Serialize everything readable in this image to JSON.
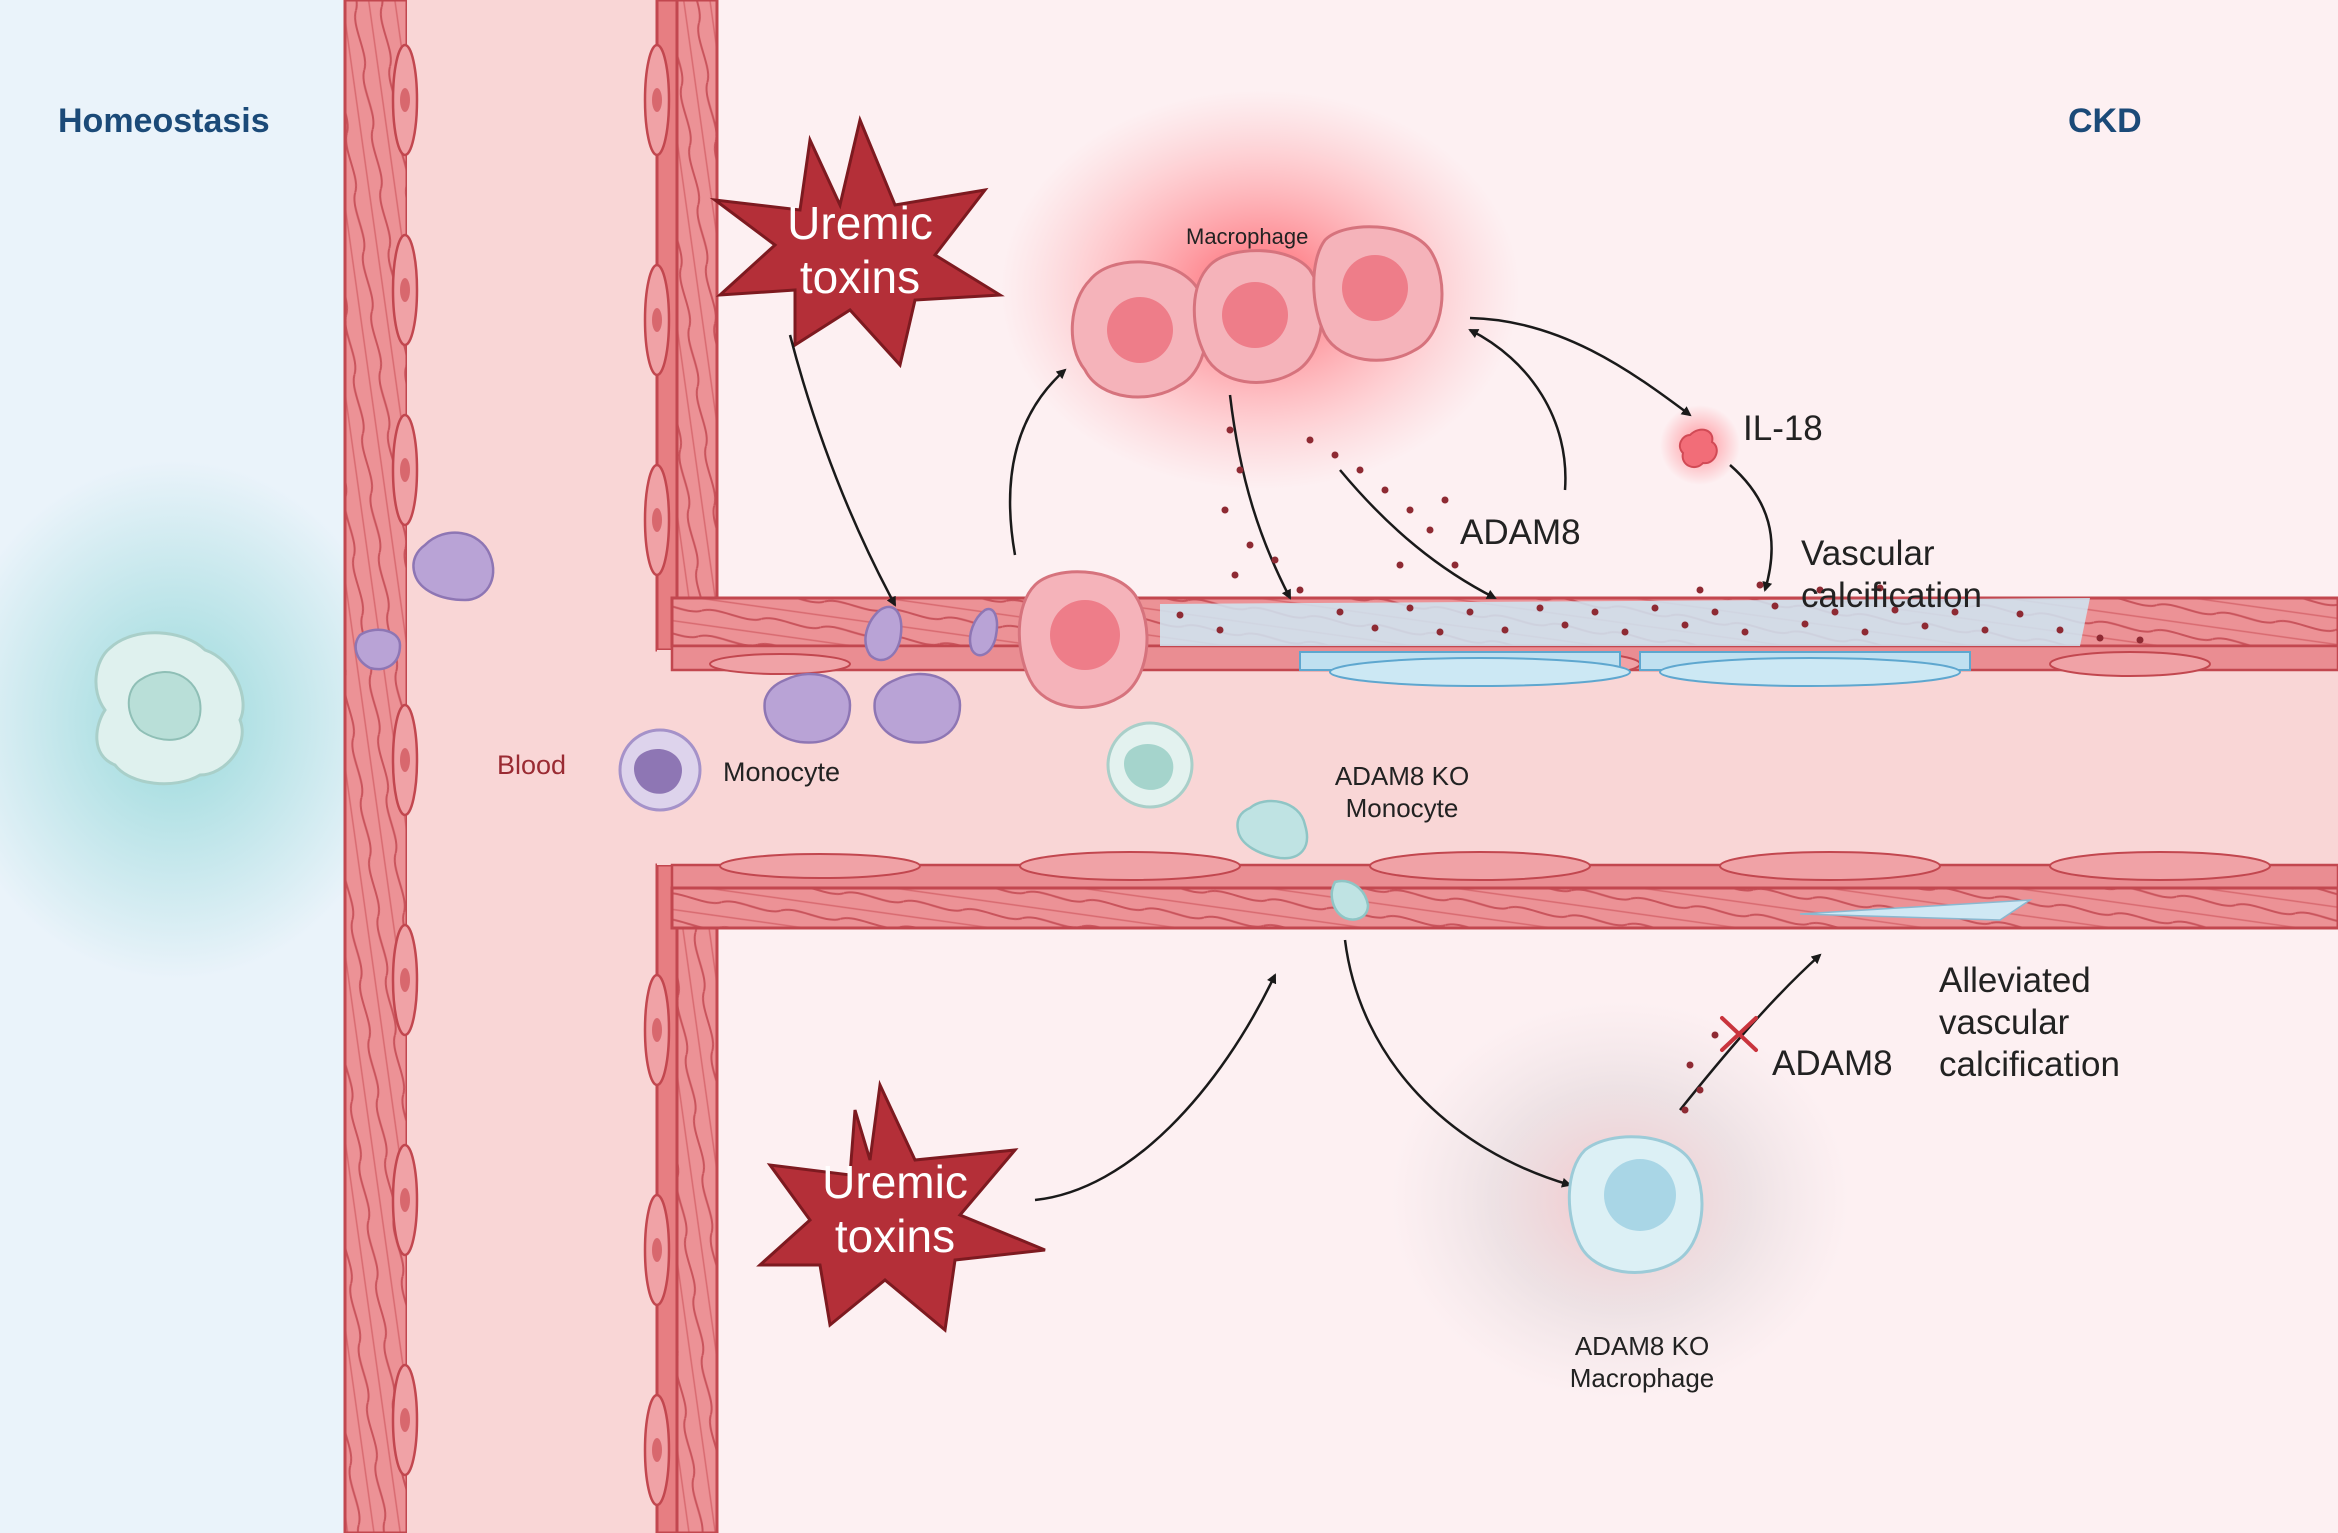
{
  "panels": {
    "left_title": "Homeostasis",
    "right_title": "CKD"
  },
  "labels": {
    "blood": "Blood",
    "monocyte": "Monocyte",
    "macrophage": "Macrophage",
    "il18": "IL-18",
    "adam8_top": "ADAM8",
    "vascular_calcification_line1": "Vascular",
    "vascular_calcification_line2": "calcification",
    "ko_monocyte_line1": "ADAM8 KO",
    "ko_monocyte_line2": "Monocyte",
    "adam8_bottom": "ADAM8",
    "alleviated_line1": "Alleviated",
    "alleviated_line2": "vascular",
    "alleviated_line3": "calcification",
    "ko_macrophage_line1": "ADAM8 KO",
    "ko_macrophage_line2": "Macrophage"
  },
  "toxins": [
    {
      "line1": "Uremic",
      "line2": "toxins"
    },
    {
      "line1": "Uremic",
      "line2": "toxins"
    }
  ],
  "colors": {
    "left_bg": "#eaf3fa",
    "right_bg": "#fdf0f2",
    "vessel_lumen": "#f9d6d6",
    "vessel_wall": "#e77e82",
    "vessel_stroke": "#c2474f",
    "starburst": "#b42f38",
    "monocyte": "#b9a3d6",
    "macrophage": "#f08a95",
    "ko_cell": "#bfe3e3",
    "calcification": "#cfe8f4",
    "title": "#1b4a78"
  }
}
